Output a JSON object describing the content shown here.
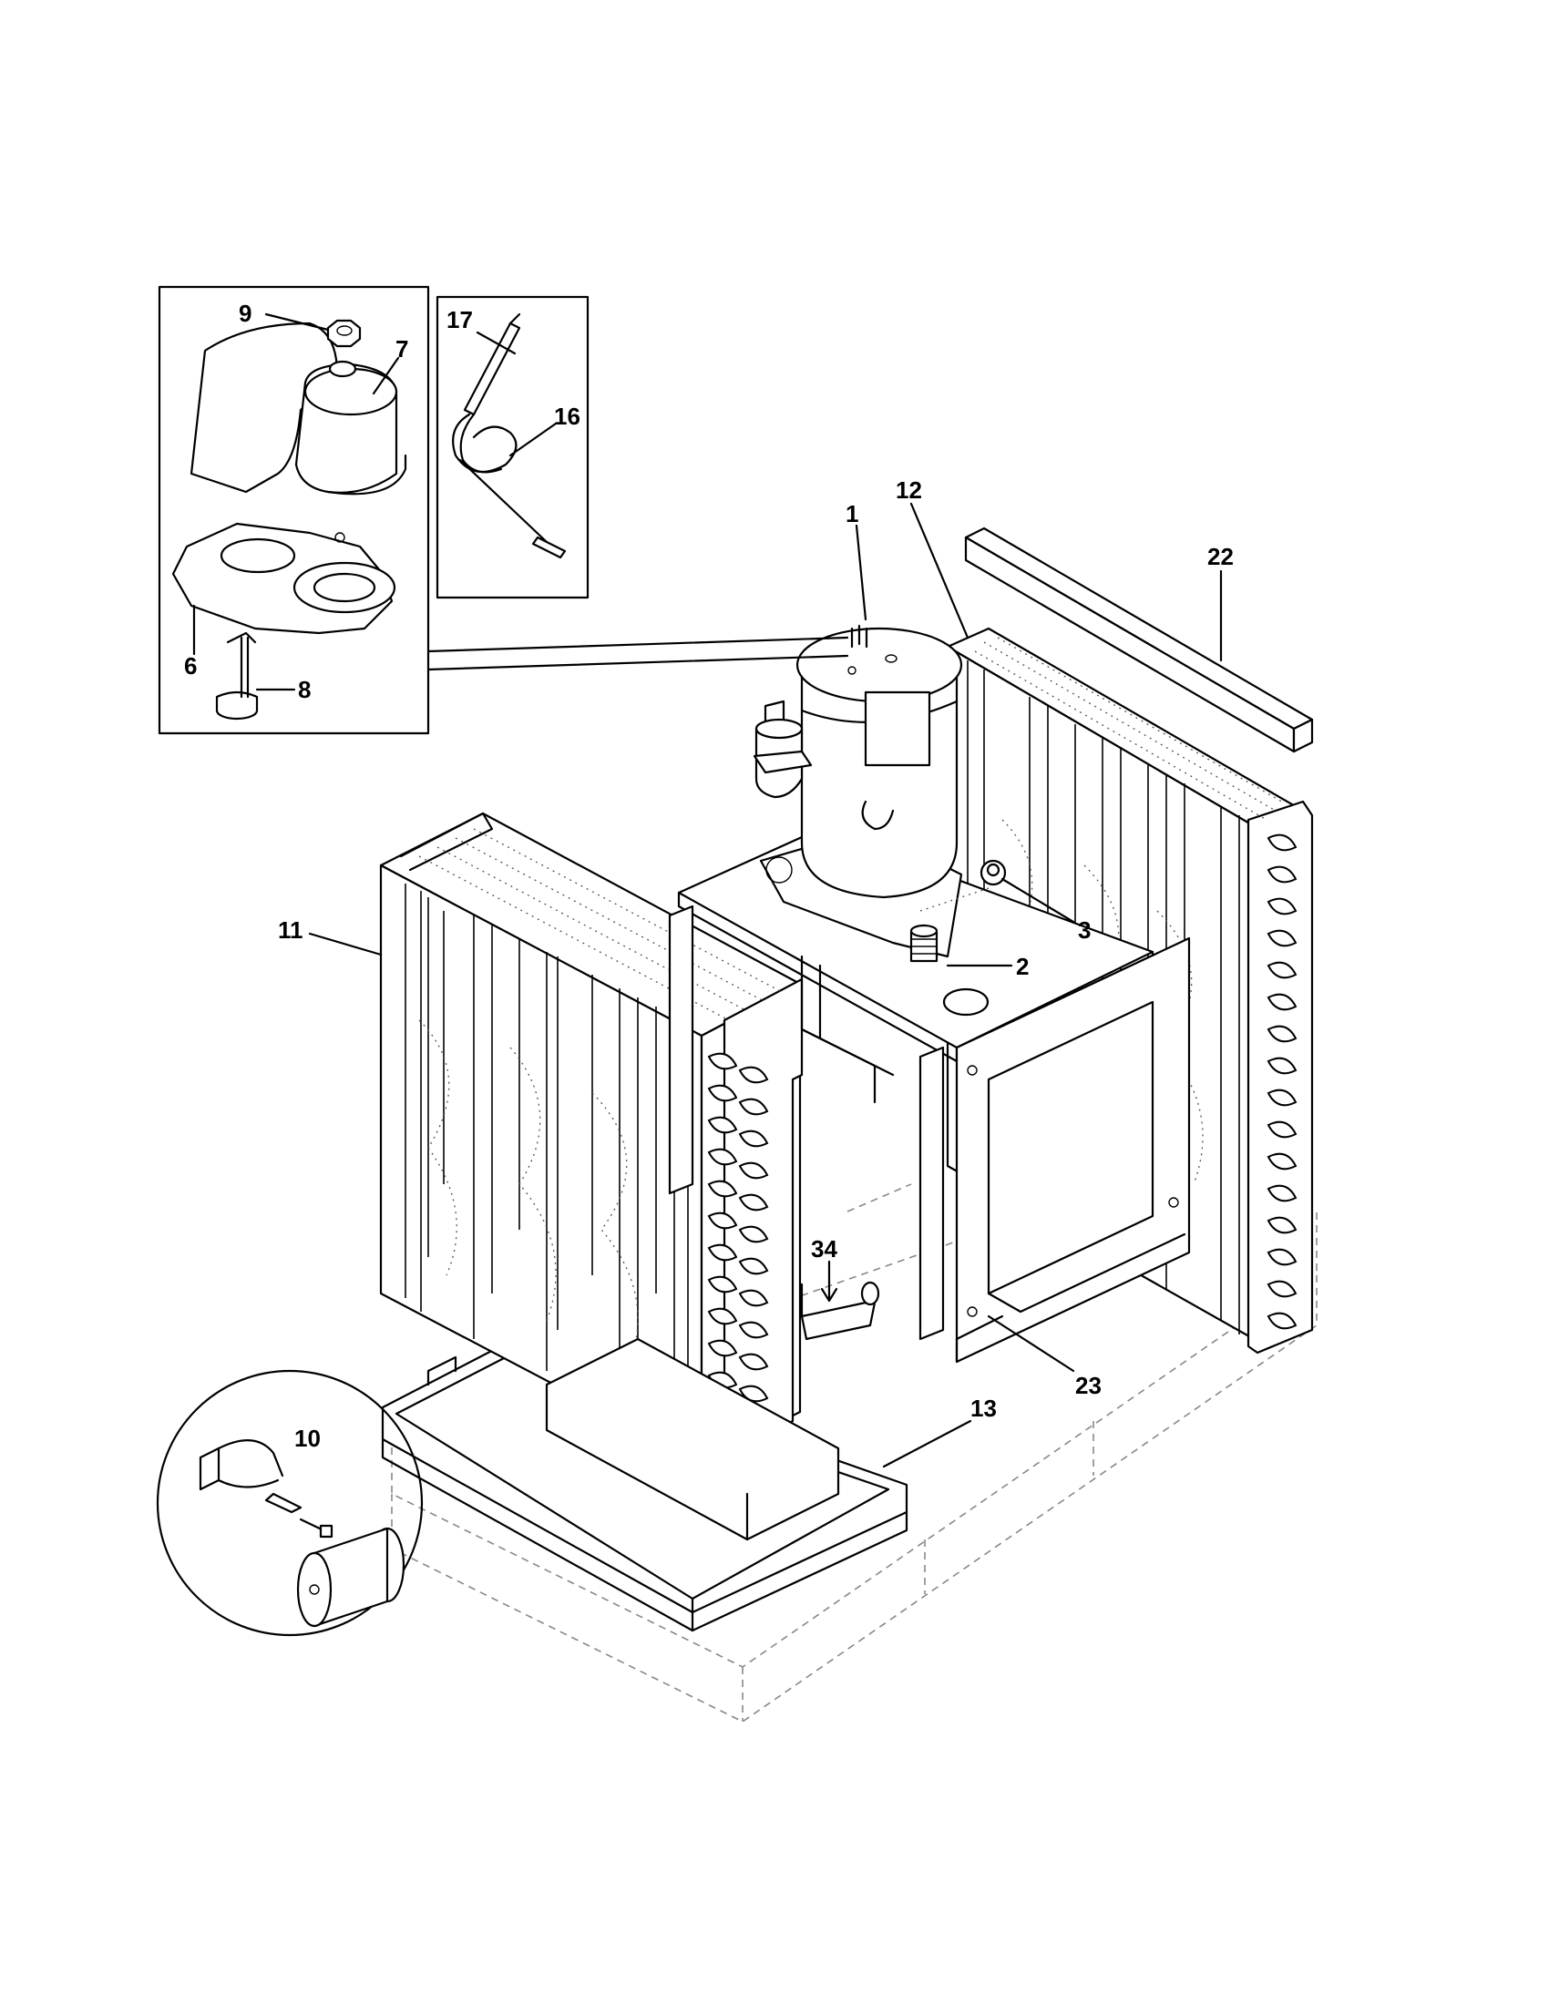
{
  "callouts": {
    "c1": "1",
    "c2": "2",
    "c3": "3",
    "c6": "6",
    "c7": "7",
    "c8": "8",
    "c9": "9",
    "c10": "10",
    "c11": "11",
    "c12": "12",
    "c13": "13",
    "c16": "16",
    "c17": "17",
    "c22": "22",
    "c23": "23",
    "c34": "34"
  }
}
